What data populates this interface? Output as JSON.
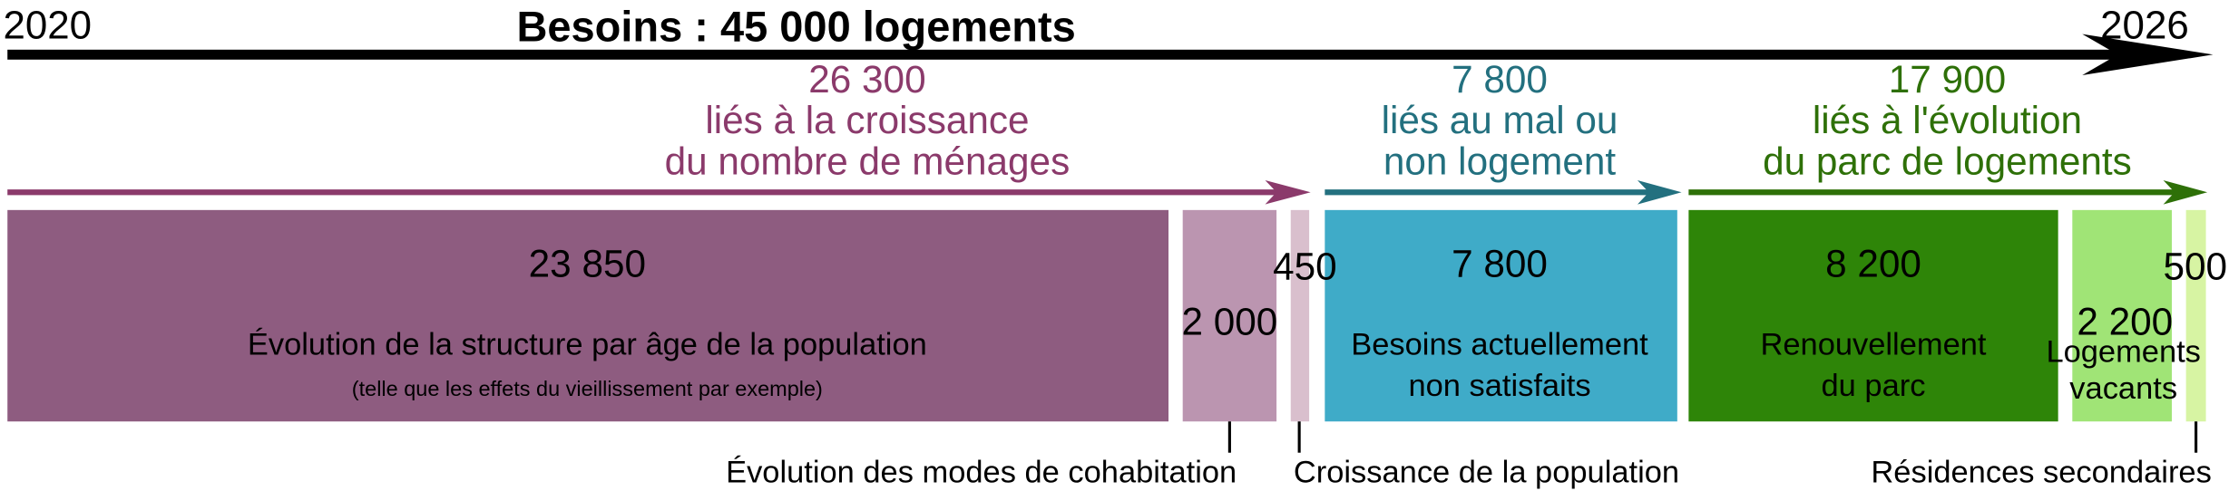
{
  "header": {
    "start_year": "2020",
    "end_year": "2026",
    "title": "Besoins : 45 000 logements"
  },
  "groups": [
    {
      "value": "26 300",
      "line1": "liés à la croissance",
      "line2": "du nombre de ménages",
      "color": "#8b3a6b"
    },
    {
      "value": "7 800",
      "line1": "liés au mal ou",
      "line2": "non logement",
      "color": "#23707f"
    },
    {
      "value": "17 900",
      "line1": "liés à l'évolution",
      "line2": "du parc de logements",
      "color": "#2e7008"
    }
  ],
  "segments": [
    {
      "value": "23 850",
      "amount": 23850,
      "label1": "Évolution de la structure par âge de la population",
      "label2": "(telle que les effets du vieillissement par exemple)",
      "color": "#8e5c80"
    },
    {
      "value": "2 000",
      "amount": 2000,
      "callout": "Évolution des modes de cohabitation",
      "color": "#bb95b0"
    },
    {
      "value": "450",
      "amount": 450,
      "callout": "Croissance de la population",
      "color": "#d9bfcd"
    },
    {
      "value": "7 800",
      "amount": 7800,
      "label1": "Besoins actuellement",
      "label2": "non satisfaits",
      "color": "#3fabc8"
    },
    {
      "value": "8 200",
      "amount": 8200,
      "label1": "Renouvellement",
      "label2": "du parc",
      "color": "#2e8508"
    },
    {
      "value": "2 200",
      "amount": 2200,
      "label1": "Logements",
      "label2": "vacants",
      "color": "#a0e476"
    },
    {
      "value": "500",
      "amount": 500,
      "callout": "Résidences secondaires",
      "color": "#d7f4a3"
    }
  ]
}
